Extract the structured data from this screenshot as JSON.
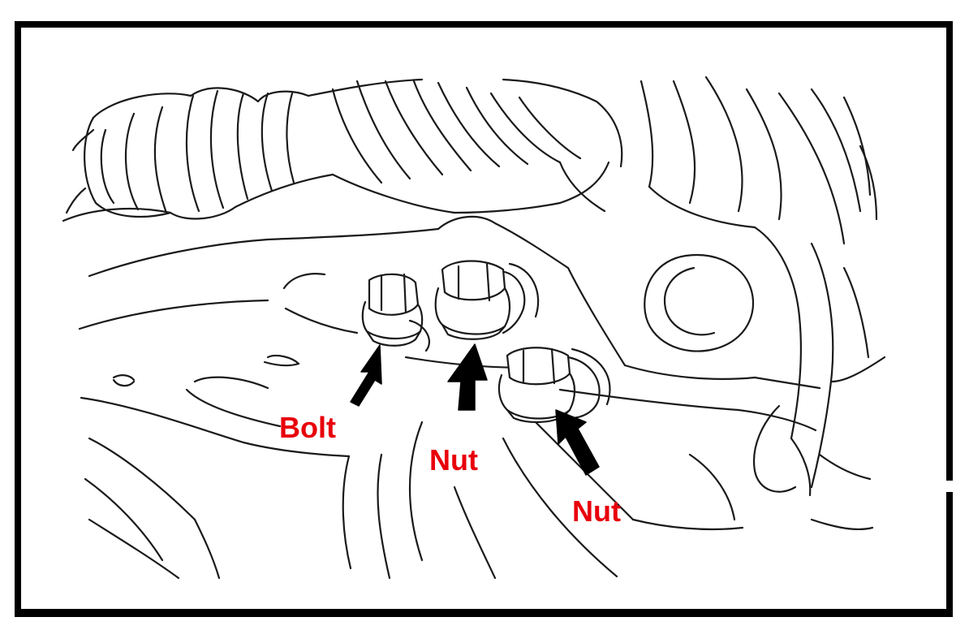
{
  "callouts": {
    "bolt": "Bolt",
    "nut_center": "Nut",
    "nut_right": "Nut"
  },
  "colors": {
    "label": "#e8000b",
    "line": "#1a1a1a",
    "frame": "#000000"
  }
}
